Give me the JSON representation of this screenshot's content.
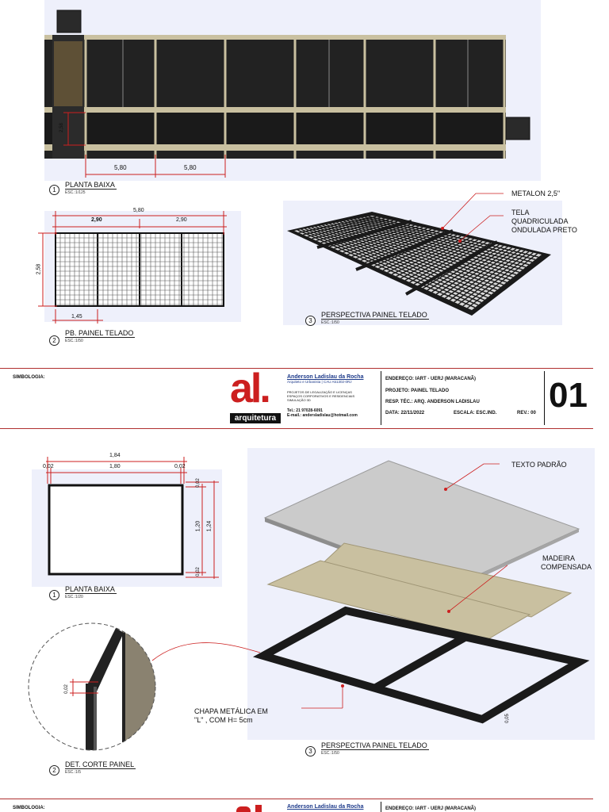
{
  "sheet1": {
    "view1": {
      "num": "1",
      "title": "PLANTA BAIXA",
      "scale": "ESC.:1/125",
      "dim_a": "5,80",
      "dim_b": "5,80",
      "dim_v": "2,58"
    },
    "view2": {
      "num": "2",
      "title": "PB.  PAINEL TELADO",
      "scale": "ESC.:1/50",
      "total": "5,80",
      "half_a": "2,90",
      "half_b": "2,90",
      "height": "2,58",
      "sub": "1,45"
    },
    "view3": {
      "num": "3",
      "title": "PERSPECTIVA  PAINEL TELADO",
      "scale": "ESC.:1/50",
      "note1": "METALON 2,5\"",
      "note2_l1": "TELA",
      "note2_l2": "QUADRICULADA",
      "note2_l3": "ONDULADA PRETO"
    }
  },
  "titleblock": {
    "simbologia": "SIMBOLOGIA:",
    "logo_main": "al.",
    "logo_sub": "arquitetura",
    "author": "Anderson Ladislau da Rocha",
    "author_sub": "Arquiteto e Urbanista | CAU A51302-0RJ",
    "desc1": "PROJETOS DE LEGALIZAÇÃO E LICENÇAS",
    "desc2": "ESPAÇOS CORPORATIVOS E RESIDENCIAIS",
    "desc3": "SIMULAÇÃO 3D",
    "tel": "Tel.: 21 97028-6091",
    "email": "E-mail.: andersladislau@hotmail.com",
    "endereco": "ENDEREÇO: IART - UERJ (MARACANÃ)",
    "projeto": "PROJETO: PAINEL TELADO",
    "resp": "RESP. TÉC.: ARQ. ANDERSON LADISLAU",
    "data": "DATA: 22/11/2022",
    "escala": "ESCALA: ESC.IND.",
    "rev": "REV.: 00",
    "sheet_no": "01"
  },
  "sheet2": {
    "view1": {
      "num": "1",
      "title": "PLANTA BAIXA",
      "scale": "ESC.:1/20",
      "total": "1,84",
      "inner": "1,80",
      "side_l": "0,02",
      "side_r": "0,02",
      "h_inner": "1,20",
      "h_total": "1,24",
      "v_top": "0,02",
      "v_bot": "0,02"
    },
    "view2": {
      "num": "2",
      "title": "DET. CORTE PAINEL",
      "scale": "ESC.:1/5",
      "dim": "0,02"
    },
    "view3": {
      "num": "3",
      "title": "PERSPECTIVA  PAINEL TELADO",
      "scale": "ESC.:1/50",
      "note1": "TEXTO PADRÃO",
      "note2_l1": "MADEIRA",
      "note2_l2": "COMPENSADA",
      "note3_l1": "CHAPA METÁLICA EM",
      "note3_l2": "\"L\" , COM H= 5cm",
      "dim": "0,05"
    }
  },
  "titleblock2": {
    "simbologia": "SIMBOLOGIA:",
    "author": "Anderson Ladislau da Rocha",
    "endereco": "ENDEREÇO: IART - UERJ (MARACANÃ)"
  },
  "colors": {
    "accent_red": "#cc1f1f",
    "panel_bg": "#eef0fb",
    "frame": "#1a1a1a",
    "beige": "#c9c0a0"
  }
}
